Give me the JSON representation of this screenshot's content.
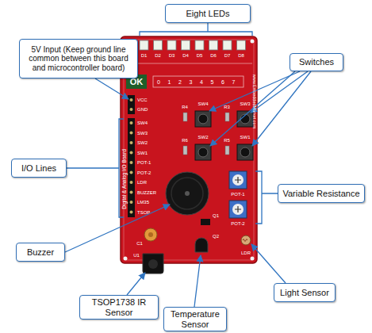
{
  "diagram": {
    "nodes": [
      {
        "text": [
          "Eight LEDs"
        ]
      },
      {
        "text": [
          "5V Input (Keep ground line common between this board and microcontroller board)"
        ]
      },
      {
        "text": [
          "Switches"
        ]
      },
      {
        "text": [
          "I/O Lines"
        ]
      },
      {
        "text": [
          "Variable Resistance"
        ]
      },
      {
        "text": [
          "Buzzer"
        ]
      },
      {
        "text": [
          "Light Sensor"
        ]
      },
      {
        "text": [
          "TSOP1738 IR Sensor"
        ]
      },
      {
        "text": [
          "Temperature Sensor"
        ]
      }
    ],
    "edges": [],
    "labels": [
      "D1",
      "D2",
      "D3",
      "D4",
      "D5",
      "D6",
      "D7",
      "D8",
      "OK",
      "0",
      "1",
      "2",
      "3",
      "4",
      "5",
      "6",
      "7",
      "R4",
      "SW4",
      "R3",
      "SW3",
      "R6",
      "SW2",
      "R5",
      "SW1",
      "VCC",
      "GND",
      "SW4",
      "SW3",
      "SW2",
      "SW1",
      "POT-1",
      "POT-2",
      "LDR",
      "BUZZER",
      "LM35",
      "TSOP",
      "Digital & Analog I/O Board",
      "POT-1",
      "POT-2",
      "Q1",
      "Q2",
      "C1",
      "U1",
      "LDR",
      "www.EmbeddedMarket.com"
    ]
  }
}
